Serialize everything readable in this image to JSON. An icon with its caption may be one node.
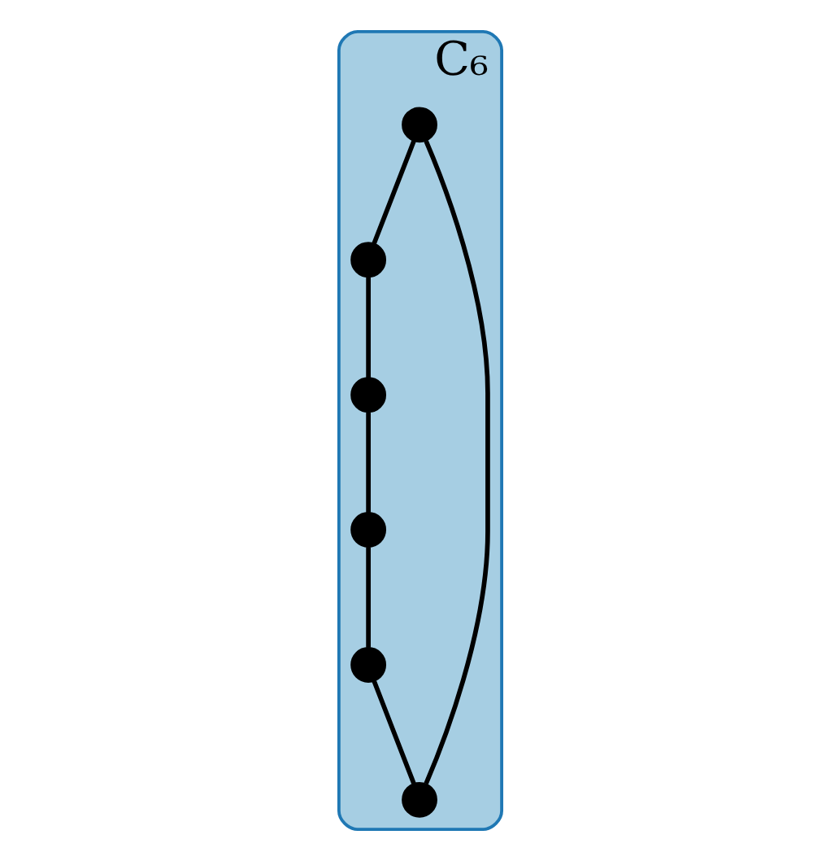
{
  "diagram": {
    "nodes": [
      {
        "text": [
          "C₆"
        ]
      },
      {
        "text": [],
        "shape": "circle",
        "in": 0
      },
      {
        "text": [],
        "shape": "circle",
        "in": 0
      },
      {
        "text": [],
        "shape": "circle",
        "in": 0
      },
      {
        "text": [],
        "shape": "circle",
        "in": 0
      },
      {
        "text": [],
        "shape": "circle",
        "in": 0
      },
      {
        "text": [],
        "shape": "circle",
        "in": 0
      }
    ],
    "edges": [
      {
        "from": 2,
        "to": 4,
        "arrow": "none"
      },
      {
        "from": 4,
        "to": 1,
        "arrow": "none"
      },
      {
        "from": 1,
        "to": 6,
        "arrow": "none"
      },
      {
        "from": 6,
        "to": 3,
        "arrow": "none"
      },
      {
        "from": 3,
        "to": 5,
        "arrow": "none"
      },
      {
        "from": 5,
        "to": 2,
        "arrow": "none"
      }
    ]
  }
}
